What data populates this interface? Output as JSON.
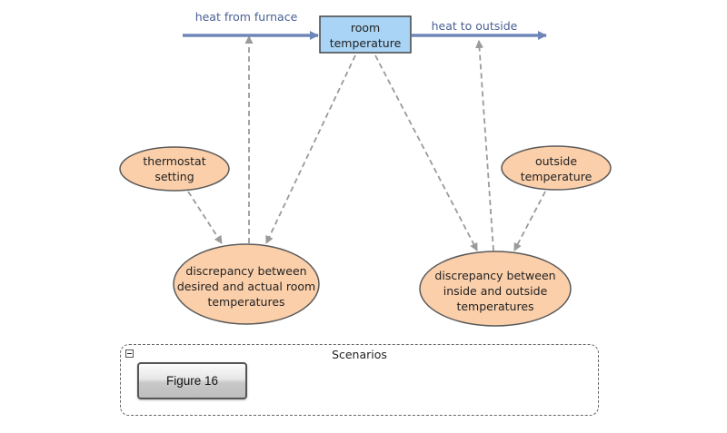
{
  "diagram": {
    "stock": {
      "lines": [
        "room",
        "temperature"
      ]
    },
    "flows": {
      "inflow": "heat from furnace",
      "outflow": "heat to outside"
    },
    "variables": {
      "thermostat": [
        "thermostat",
        "setting"
      ],
      "outside_temp": [
        "outside",
        "temperature"
      ],
      "discrepancy_room": [
        "discrepancy between",
        "desired and actual room",
        "temperatures"
      ],
      "discrepancy_outside": [
        "discrepancy between",
        "inside and outside",
        "temperatures"
      ]
    }
  },
  "scenarios": {
    "title": "Scenarios",
    "buttons": [
      "Figure 16"
    ]
  },
  "colors": {
    "stock_fill": "#a9d4f5",
    "variable_fill": "#fbcfaa",
    "flow_arrow": "#6f86b8",
    "link_arrow": "#9a9a9a"
  }
}
